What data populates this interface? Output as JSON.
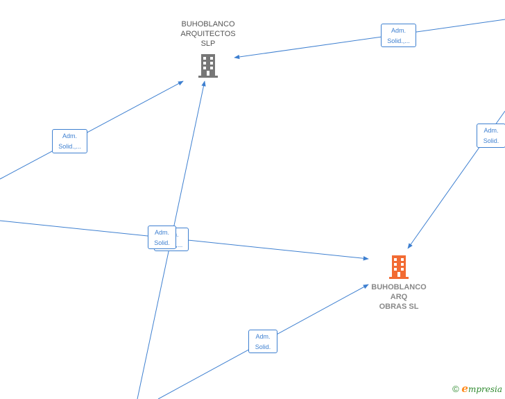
{
  "nodes": {
    "arquitectos": {
      "name": "BUHOBLANCO\nARQUITECTOS\nSLP",
      "icon": "building-icon",
      "color": "#777777"
    },
    "obras": {
      "name": "BUHOBLANCO\nARQ\nOBRAS  SL",
      "icon": "building-icon",
      "color": "#f26b33"
    }
  },
  "edge_labels": [
    "Adm.\nSolid.,...",
    "Adm.\nSolid.,...",
    "Adm.\nSolid.",
    "Adm.\nSolid.,...",
    "Adm.\nSolid.",
    "Adm.\nSolid."
  ],
  "colors": {
    "edge": "#3d7fd0",
    "label_border": "#3d7fd0"
  },
  "footer": {
    "copyright": "©",
    "brand_initial": "e",
    "brand_rest": "mpresia"
  }
}
